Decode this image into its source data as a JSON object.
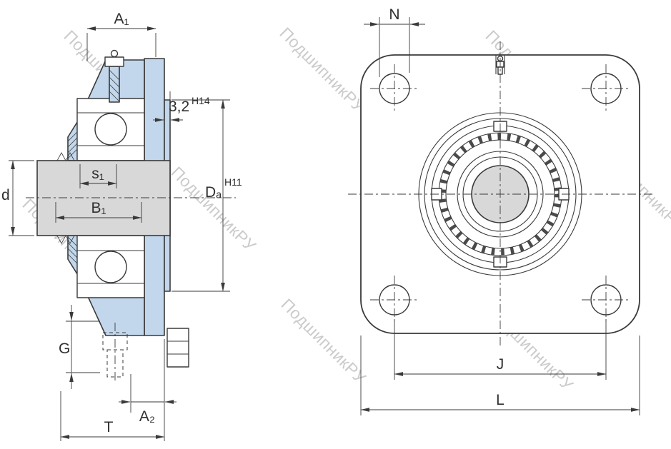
{
  "watermark": {
    "text": "ПодшипникРУ",
    "color": "#CBCBCB"
  },
  "colors": {
    "housing_fill": "#C3D7EC",
    "shaft_fill": "#D8D8D8",
    "line": "#3A3A3A",
    "background": "#FFFFFF"
  },
  "left_view": {
    "name": "flanged-bearing-unit-cross-section",
    "labels": {
      "a1": "A₁",
      "flange_width": "3,2",
      "flange_width_tol": "H14",
      "s1": "s₁",
      "b1": "B₁",
      "d": "d",
      "da": "Dₐ",
      "da_tol": "H11",
      "g": "G",
      "a2": "A₂",
      "t": "T"
    }
  },
  "right_view": {
    "name": "flanged-bearing-unit-front-view",
    "labels": {
      "n": "N",
      "j": "J",
      "l": "L"
    }
  }
}
